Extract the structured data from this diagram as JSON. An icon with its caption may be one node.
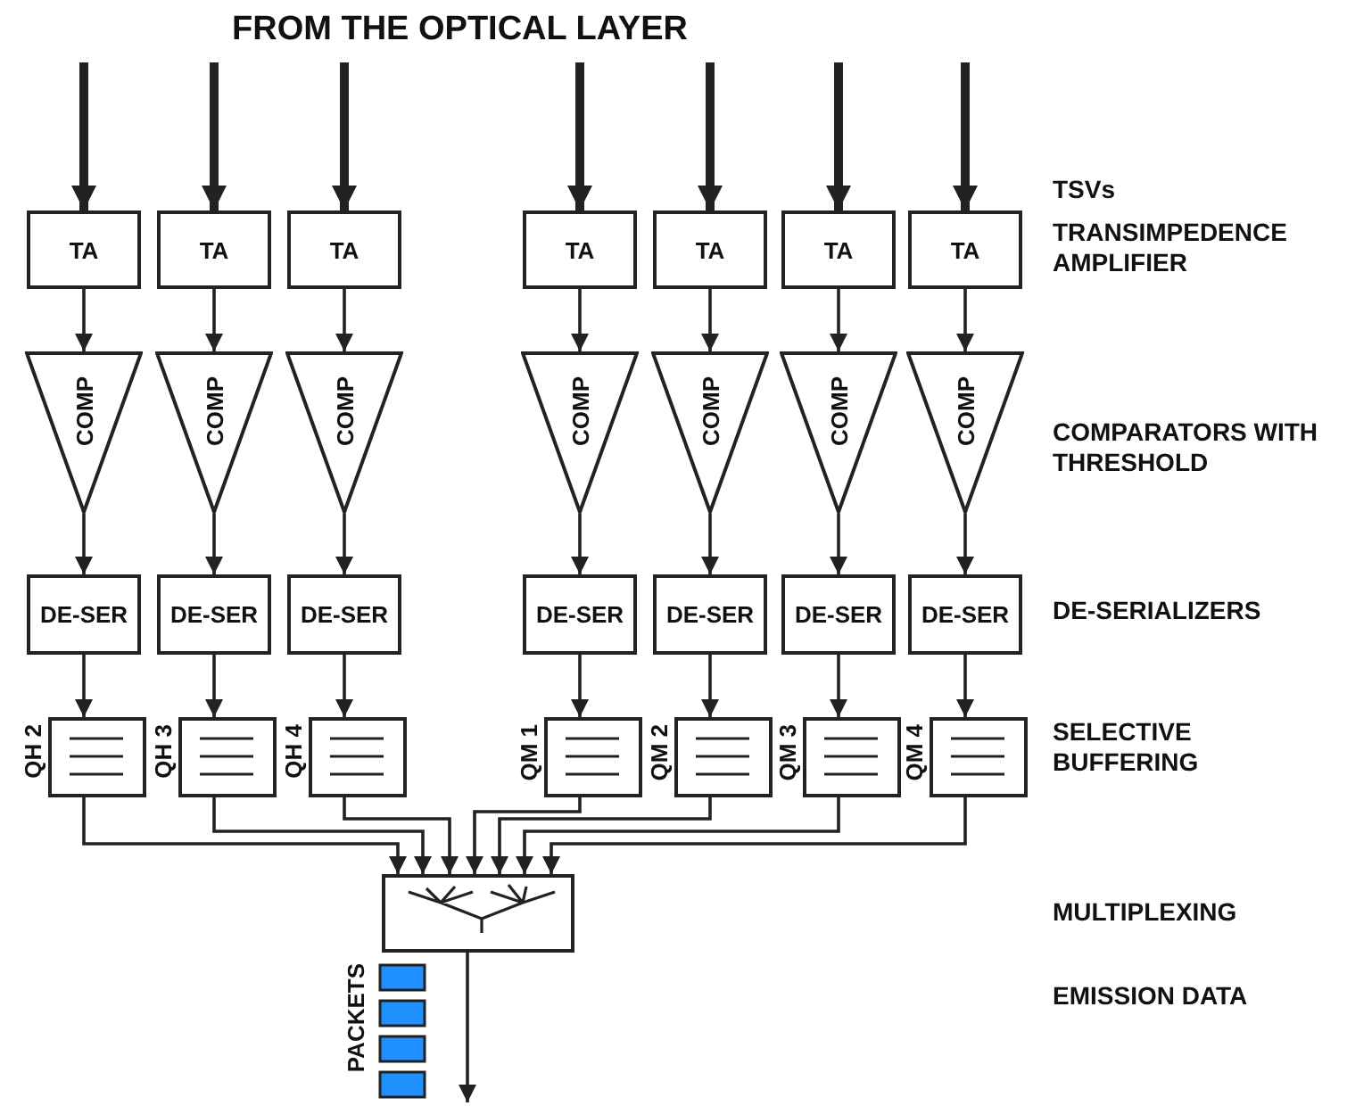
{
  "diagram": {
    "title": "FROM THE OPTICAL LAYER",
    "nodes": [
      {
        "text": [
          "TA"
        ]
      },
      {
        "text": [
          "TA"
        ]
      },
      {
        "text": [
          "TA"
        ]
      },
      {
        "text": [
          "TA"
        ]
      },
      {
        "text": [
          "TA"
        ]
      },
      {
        "text": [
          "TA"
        ]
      },
      {
        "text": [
          "TA"
        ]
      },
      {
        "text": [
          "COMP"
        ]
      },
      {
        "text": [
          "COMP"
        ]
      },
      {
        "text": [
          "COMP"
        ]
      },
      {
        "text": [
          "COMP"
        ]
      },
      {
        "text": [
          "COMP"
        ]
      },
      {
        "text": [
          "COMP"
        ]
      },
      {
        "text": [
          "COMP"
        ]
      },
      {
        "text": [
          "DE-SER"
        ]
      },
      {
        "text": [
          "DE-SER"
        ]
      },
      {
        "text": [
          "DE-SER"
        ]
      },
      {
        "text": [
          "DE-SER"
        ]
      },
      {
        "text": [
          "DE-SER"
        ]
      },
      {
        "text": [
          "DE-SER"
        ]
      },
      {
        "text": [
          "DE-SER"
        ]
      },
      {
        "text": [],
        "shape": "box",
        "beside": [
          "QH 2"
        ]
      },
      {
        "text": [],
        "shape": "box",
        "beside": [
          "QH 3"
        ]
      },
      {
        "text": [],
        "shape": "box",
        "beside": [
          "QH 4"
        ]
      },
      {
        "text": [],
        "shape": "box",
        "beside": [
          "QM 1"
        ]
      },
      {
        "text": [],
        "shape": "box",
        "beside": [
          "QM 2"
        ]
      },
      {
        "text": [],
        "shape": "box",
        "beside": [
          "QM 3"
        ]
      },
      {
        "text": [],
        "shape": "box",
        "beside": [
          "QM 4"
        ]
      },
      {
        "text": [],
        "shape": "box"
      }
    ],
    "edges": [
      {
        "from": null,
        "to": 0,
        "arrow": "to",
        "style": "thick"
      },
      {
        "from": null,
        "to": 1,
        "arrow": "to",
        "style": "thick"
      },
      {
        "from": null,
        "to": 2,
        "arrow": "to",
        "style": "thick"
      },
      {
        "from": null,
        "to": 3,
        "arrow": "to",
        "style": "thick"
      },
      {
        "from": null,
        "to": 4,
        "arrow": "to",
        "style": "thick"
      },
      {
        "from": null,
        "to": 5,
        "arrow": "to",
        "style": "thick"
      },
      {
        "from": null,
        "to": 6,
        "arrow": "to",
        "style": "thick"
      },
      {
        "from": 0,
        "to": 7,
        "arrow": "to"
      },
      {
        "from": 1,
        "to": 8,
        "arrow": "to"
      },
      {
        "from": 2,
        "to": 9,
        "arrow": "to"
      },
      {
        "from": 3,
        "to": 10,
        "arrow": "to"
      },
      {
        "from": 4,
        "to": 11,
        "arrow": "to"
      },
      {
        "from": 5,
        "to": 12,
        "arrow": "to"
      },
      {
        "from": 6,
        "to": 13,
        "arrow": "to"
      },
      {
        "from": 7,
        "to": 14,
        "arrow": "to"
      },
      {
        "from": 8,
        "to": 15,
        "arrow": "to"
      },
      {
        "from": 9,
        "to": 16,
        "arrow": "to"
      },
      {
        "from": 10,
        "to": 17,
        "arrow": "to"
      },
      {
        "from": 11,
        "to": 18,
        "arrow": "to"
      },
      {
        "from": 12,
        "to": 19,
        "arrow": "to"
      },
      {
        "from": 13,
        "to": 20,
        "arrow": "to"
      },
      {
        "from": 14,
        "to": 21,
        "arrow": "to"
      },
      {
        "from": 15,
        "to": 22,
        "arrow": "to"
      },
      {
        "from": 16,
        "to": 23,
        "arrow": "to"
      },
      {
        "from": 17,
        "to": 24,
        "arrow": "to"
      },
      {
        "from": 18,
        "to": 25,
        "arrow": "to"
      },
      {
        "from": 19,
        "to": 26,
        "arrow": "to"
      },
      {
        "from": 20,
        "to": 27,
        "arrow": "to"
      },
      {
        "from": 21,
        "to": 28,
        "arrow": "to"
      },
      {
        "from": 22,
        "to": 28,
        "arrow": "to"
      },
      {
        "from": 23,
        "to": 28,
        "arrow": "to"
      },
      {
        "from": 24,
        "to": 28,
        "arrow": "to"
      },
      {
        "from": 25,
        "to": 28,
        "arrow": "to"
      },
      {
        "from": 26,
        "to": 28,
        "arrow": "to"
      },
      {
        "from": 27,
        "to": 28,
        "arrow": "to"
      },
      {
        "from": 28,
        "to": null,
        "arrow": "to"
      }
    ],
    "labels": [
      "TSVs",
      "TRANSIMPEDENCE AMPLIFIER",
      "COMPARATORS WITH THRESHOLD",
      "DE-SERIALIZERS",
      "SELECTIVE BUFFERING",
      "MULTIPLEXING",
      "EMISSION DATA",
      "PACKETS"
    ]
  }
}
